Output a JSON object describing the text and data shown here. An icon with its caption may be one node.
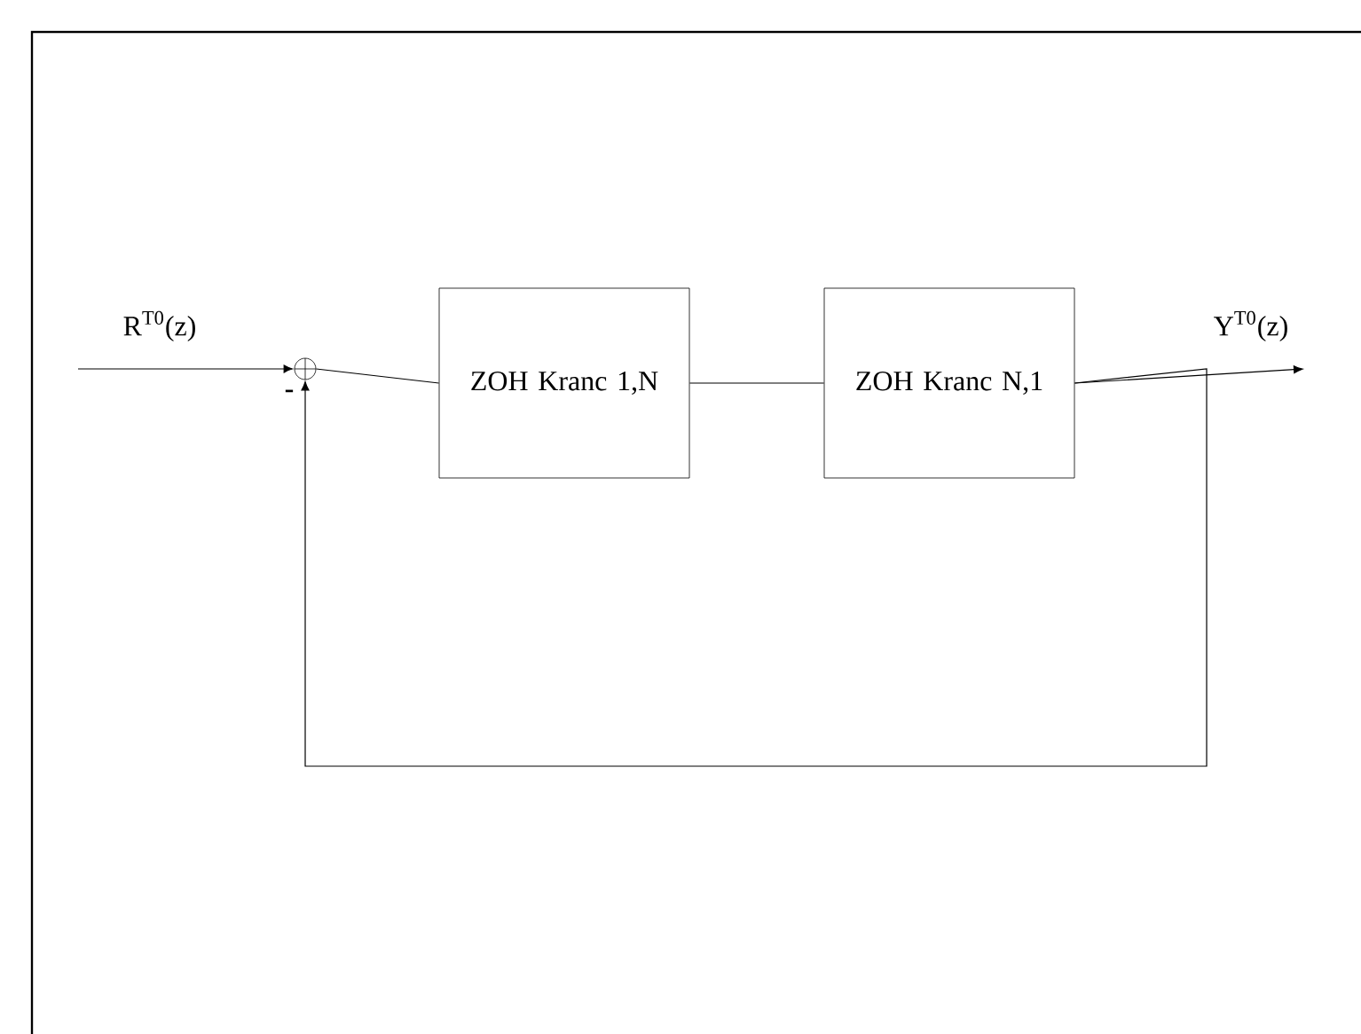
{
  "diagram": {
    "nodes": [
      {
        "text": [],
        "shape": "circle"
      },
      {
        "text": [
          "ZOH Kranc 1,N"
        ]
      },
      {
        "text": [
          "ZOH Kranc N,1"
        ]
      }
    ],
    "edges": [
      {
        "from": null,
        "to": 0,
        "arrow": "to",
        "label": "R$^{T0}$(z)"
      },
      {
        "from": 0,
        "to": 1,
        "arrow": "none"
      },
      {
        "from": 1,
        "to": 2,
        "arrow": "none"
      },
      {
        "from": 2,
        "to": null,
        "arrow": "to",
        "label": "Y$^{T0}$(z)"
      },
      {
        "from": 2,
        "to": 0,
        "arrow": "to"
      }
    ],
    "labels": [
      "-"
    ]
  }
}
